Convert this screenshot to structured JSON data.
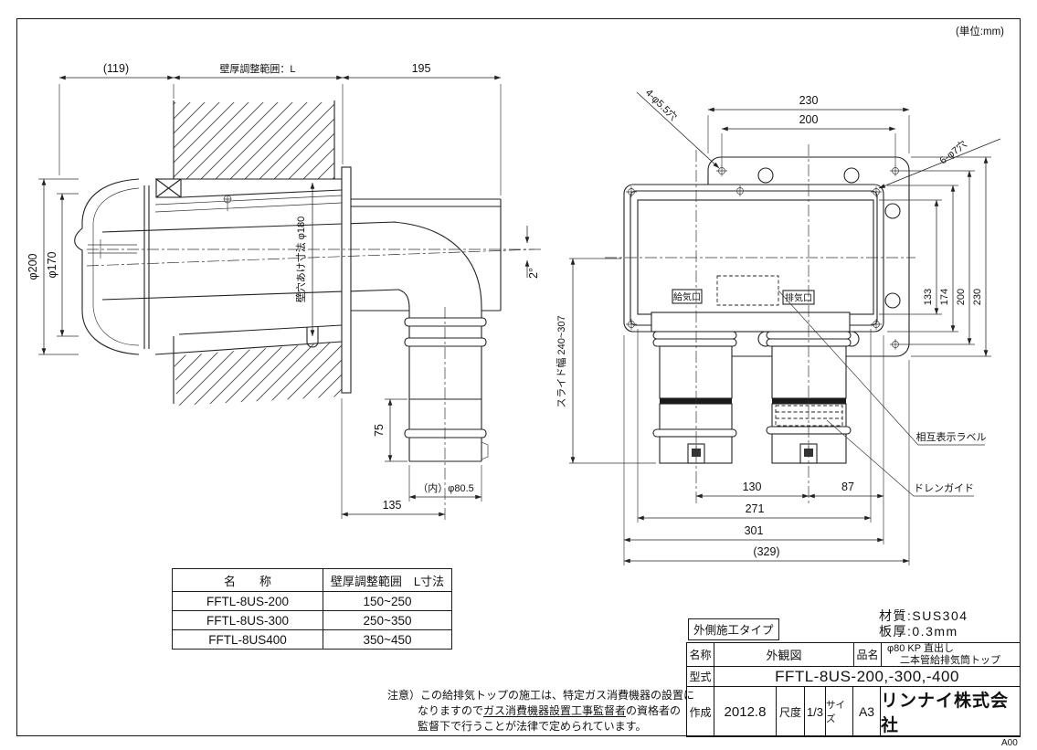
{
  "sheet": {
    "units_note": "(単位:mm)",
    "doc_code": "A00"
  },
  "left_view": {
    "dim_119": "(119)",
    "dim_wall_range": "壁厚調整範囲：L",
    "dim_195": "195",
    "dim_phi200": "φ200",
    "dim_phi170": "φ170",
    "dim_wall_hole": "壁穴あけ寸法 φ180",
    "dim_angle": "2°",
    "dim_75": "75",
    "dim_inner_phi": "（内）φ80.5",
    "dim_135": "135"
  },
  "right_view": {
    "dim_230_top": "230",
    "dim_200_top": "200",
    "holes_label_left": "4-φ5.5穴",
    "holes_label_right": "6-φ7穴",
    "dim_133": "133",
    "dim_174": "174",
    "dim_200_right": "200",
    "dim_230_right": "230",
    "dim_slide": "スライド幅 240~307",
    "port_intake": "給気口",
    "port_exhaust": "排気口",
    "label_mutual": "相互表示ラベル",
    "label_drain": "ドレンガイド",
    "dim_130": "130",
    "dim_87": "87",
    "dim_271": "271",
    "dim_301": "301",
    "dim_329": "(329)"
  },
  "size_table": {
    "headers": [
      "名　　称",
      "壁厚調整範囲　L寸法"
    ],
    "rows": [
      [
        "FFTL-8US-200",
        "150~250"
      ],
      [
        "FFTL-8US-300",
        "250~350"
      ],
      [
        "FFTL-8US400",
        "350~450"
      ]
    ]
  },
  "caution": {
    "line1": "注意）この給排気トップの施工は、特定ガス消費機器の設置に",
    "line2_pre": "なりますので",
    "line2_underline": "ガス消費機器設置工事監督者",
    "line2_post": "の資格者の",
    "line3": "監督下で行うことが法律で定められています。"
  },
  "title_block": {
    "install_type": "外側施工タイプ",
    "material": "材質:SUS304",
    "thickness": "板厚:0.3mm",
    "name_label": "名称",
    "name_value": "外観図",
    "item_label": "品名",
    "item_value_line1": "φ80 KP 直出し",
    "item_value_line2": "二本管給排気筒トップ",
    "model_label": "型式",
    "model_value": "FFTL-8US-200,-300,-400",
    "created_label": "作成",
    "created_value": "2012.8",
    "scale_label": "尺度",
    "scale_value": "1/3",
    "size_label": "サイズ",
    "size_value": "A3",
    "company": "リンナイ株式会社"
  }
}
